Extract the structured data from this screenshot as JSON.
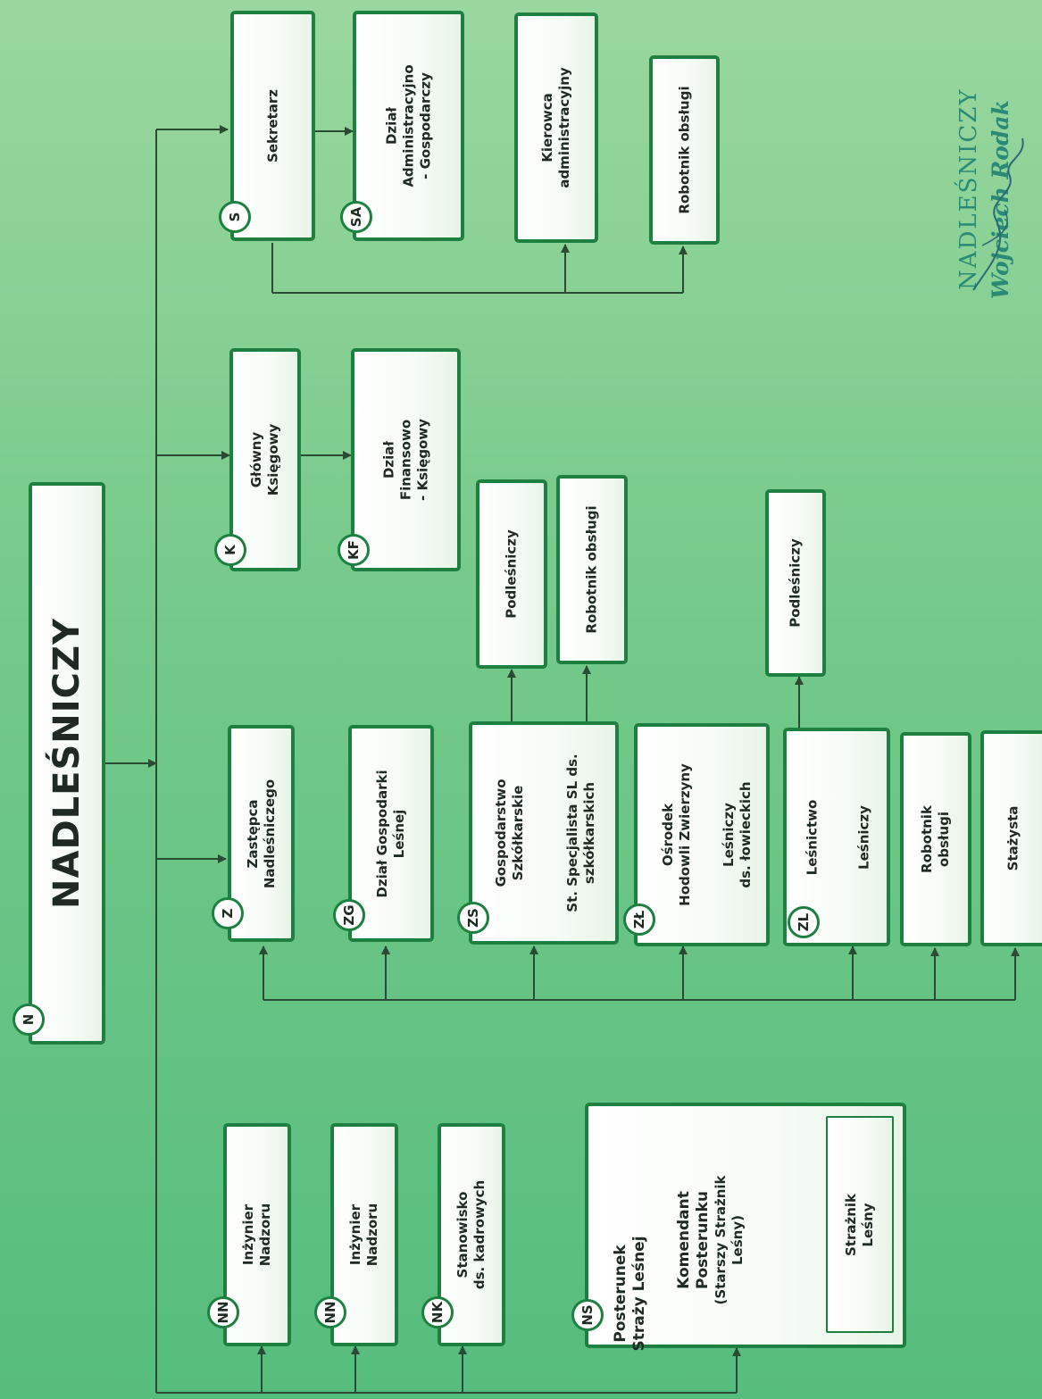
{
  "title": "NADLEŚNICZY",
  "badges": {
    "N": "N",
    "NN": "NN",
    "NK": "NK",
    "NS": "NS",
    "Z": "Z",
    "ZG": "ZG",
    "ZS": "ZS",
    "ZL2": "ZŁ",
    "ZL": "ZL",
    "K": "K",
    "KF": "KF",
    "S": "S",
    "SA": "SA"
  },
  "boxes": {
    "nn1": [
      "Inżynier",
      "Nadzoru"
    ],
    "nn2": [
      "Inżynier",
      "Nadzoru"
    ],
    "nk": [
      "Stanowisko",
      "ds. kadrowych"
    ],
    "ns_post": [
      "Posterunek",
      "Straży Leśnej"
    ],
    "ns_kom": [
      "Komendant",
      "Posterunku",
      "(Starszy Strażnik",
      "Leśny)"
    ],
    "ns_straznik": [
      "Strażnik",
      "Leśny"
    ],
    "z": [
      "Zastępca",
      "Nadleśniczego"
    ],
    "zg": [
      "Dział Gospodarki",
      "Leśnej"
    ],
    "zs_a": [
      "Gospodarstwo",
      "Szkółkarskie"
    ],
    "zs_b": [
      "St. Specjalista SL ds.",
      "szkółkarskich"
    ],
    "zl2_a": [
      "Ośrodek",
      "Hodowli Zwierzyny"
    ],
    "zl2_b": [
      "Leśniczy",
      "ds. łowieckich"
    ],
    "zl_a": [
      "Leśnictwo"
    ],
    "zl_b": [
      "Leśniczy"
    ],
    "rob1": [
      "Robotnik",
      "obsługi"
    ],
    "staz": [
      "Stażysta"
    ],
    "podl1": [
      "Podleśniczy"
    ],
    "rob2": [
      "Robotnik obsługi"
    ],
    "podl2": [
      "Podleśniczy"
    ],
    "k": [
      "Główny",
      "Księgowy"
    ],
    "kf": [
      "Dział",
      "Finansowo",
      "- Księgowy"
    ],
    "s": [
      "Sekretarz"
    ],
    "sa": [
      "Dział",
      "Administracyjno",
      "- Gospodarczy"
    ],
    "kier": [
      "Kierowca",
      "administracyjny"
    ],
    "rob3": [
      "Robotnik obsługi"
    ]
  },
  "signature": {
    "line1": "NADLEŚNICZY",
    "line2": "Wojciech Rodak"
  },
  "colors": {
    "border": "#1d8040",
    "line": "#2b4a34",
    "background": "#7fcf8f"
  }
}
